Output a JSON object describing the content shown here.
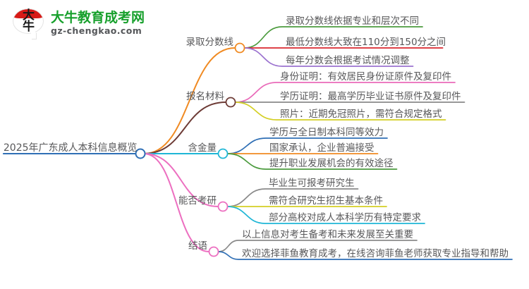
{
  "logo": {
    "mark_char_1": "大",
    "mark_char_2": "牛",
    "title": "大牛教育成考网",
    "url": "gz-chengkao.com",
    "brand_green": "#17a02c",
    "brand_red": "#d71a17"
  },
  "chart_data": {
    "type": "diagram",
    "diagram_type": "mindmap",
    "title": "2025年广东成人本科信息概览",
    "root": {
      "label": "2025年广东成人本科信息概览",
      "node_color": "#2f6fb5"
    },
    "branches": [
      {
        "label": "录取分数线",
        "color": "#f08a22",
        "children": [
          {
            "label": "录取分数线依据专业和层次不同",
            "color": "#4c9b3e"
          },
          {
            "label": "最低分数线大致在110分到150分之间",
            "color": "#d9282f"
          },
          {
            "label": "每年分数会根据考试情况调整",
            "color": "#9b72cf"
          }
        ]
      },
      {
        "label": "报名材料",
        "color": "#6d3b36",
        "children": [
          {
            "label": "身份证明：有效居民身份证原件及复印件",
            "color": "#e96bb9"
          },
          {
            "label": "学历证明：最高学历毕业证书原件及复印件",
            "color": "#8a8a8a"
          },
          {
            "label": "照片：近期免冠照片，需符合规定格式",
            "color": "#d4cf25"
          }
        ]
      },
      {
        "label": "含金量",
        "color": "#1fb6d6",
        "children": [
          {
            "label": "学历与全日制本科同等效力",
            "color": "#2f6fb5"
          },
          {
            "label": "国家承认，企业普遍接受",
            "color": "#f08a22"
          },
          {
            "label": "提升职业发展机会的有效途径",
            "color": "#4c9b3e"
          }
        ]
      },
      {
        "label": "能否考研",
        "color": "#ec6fc0",
        "children": [
          {
            "label": "毕业生可报考研究生",
            "color": "#8a8a8a"
          },
          {
            "label": "需符合研究生招生基本条件",
            "color": "#d4cf25"
          },
          {
            "label": "部分高校对成人本科学历有特定要求",
            "color": "#1fb6d6"
          }
        ]
      },
      {
        "label": "结语",
        "color": "#ec6fc0",
        "children": [
          {
            "label": "以上信息对考生备考和未来发展至关重要",
            "color": "#8a8a8a"
          },
          {
            "label": "欢迎选择菲鱼教育成考，在线咨询菲鱼老师获取专业指导和帮助",
            "color": "#2f6fb5"
          }
        ]
      }
    ]
  }
}
